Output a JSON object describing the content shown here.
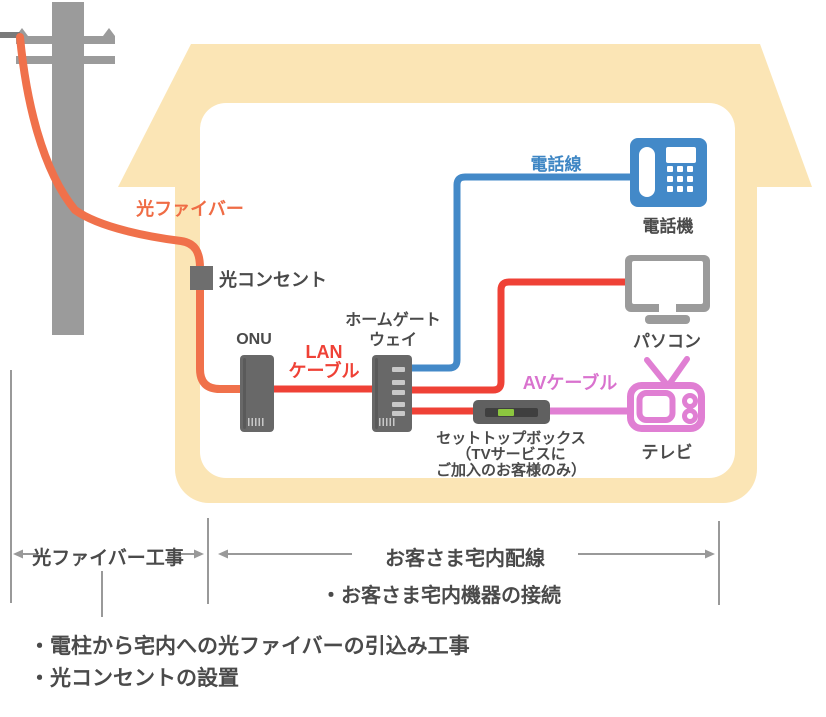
{
  "labels": {
    "fiber": "光ファイバー",
    "outlet": "光コンセント",
    "onu": "ONU",
    "lan1": "LAN",
    "lan2": "ケーブル",
    "gateway1": "ホームゲート",
    "gateway2": "ウェイ",
    "phone_line": "電話線",
    "phone": "電話機",
    "pc": "パソコン",
    "av_cable": "AVケーブル",
    "tv": "テレビ",
    "stb1": "セットトップボックス",
    "stb2": "（TVサービスに",
    "stb3": "ご加入のお客様のみ）"
  },
  "footer": {
    "fiber_work": "光ファイバー工事",
    "home_wiring": "お客さま宅内配線",
    "wiring_note": "・お客さま宅内機器の接続",
    "work_note1": "・電柱から宅内への光ファイバーの引込み工事",
    "work_note2": "・光コンセントの設置"
  },
  "colors": {
    "house_beige": "#FBE5B5",
    "fiber_orange": "#F0714B",
    "lan_red": "#EF4136",
    "phone_blue": "#4389C8",
    "av_pink": "#E07FD3",
    "pole_gray": "#9B9B9B",
    "device_gray": "#686868",
    "text_gray": "#4A4A4A",
    "stb_led_green": "#8CC63F"
  }
}
